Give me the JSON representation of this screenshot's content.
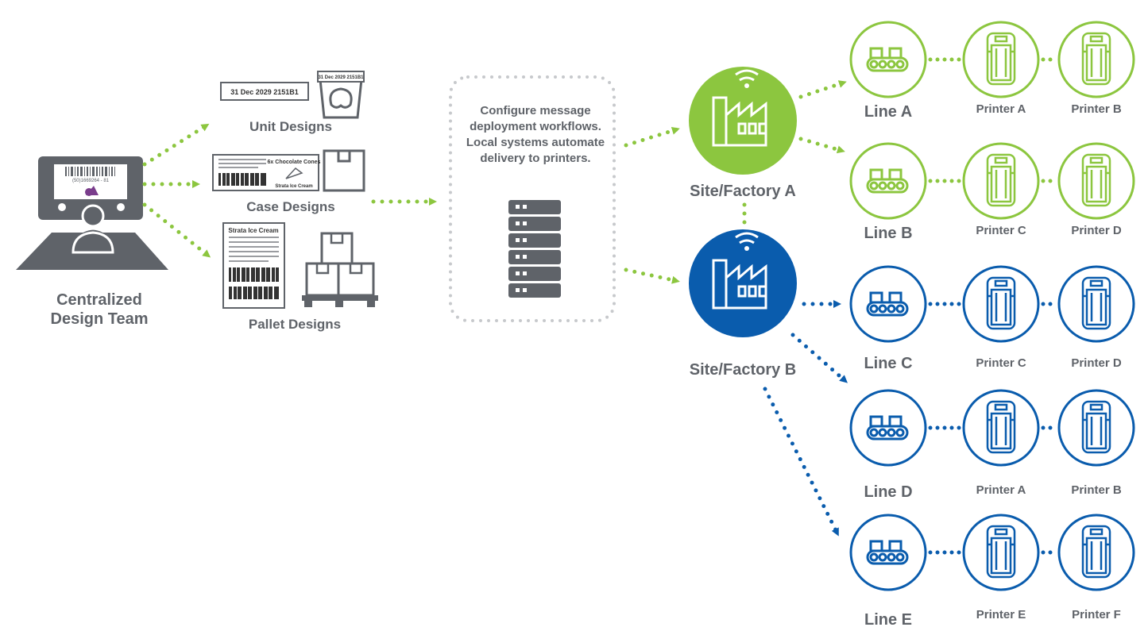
{
  "colors": {
    "green": "#8cc63f",
    "blue": "#0a5cad",
    "gray": "#5f6369",
    "dot_gray": "#c7c9cc"
  },
  "team": {
    "line1": "Centralized",
    "line2": "Design Team",
    "barcode_text": "(50)1669264 - 81"
  },
  "designs": {
    "unit": {
      "label": "Unit Designs",
      "tag_text": "31 Dec 2029 2151B1",
      "tub_text": "31 Dec 2029 2151B1"
    },
    "case": {
      "label": "Case Designs",
      "product": "6x Chocolate Cones",
      "brand": "Strata Ice Cream"
    },
    "pallet": {
      "label": "Pallet Designs",
      "brand": "Strata Ice Cream"
    }
  },
  "configure_text": "Configure message deployment workflows. Local systems automate delivery to printers.",
  "sites": [
    {
      "id": "A",
      "label": "Site/Factory A",
      "color": "green"
    },
    {
      "id": "B",
      "label": "Site/Factory B",
      "color": "blue"
    }
  ],
  "lines": [
    {
      "label": "Line A",
      "site": "A",
      "printers": [
        "Printer A",
        "Printer B"
      ]
    },
    {
      "label": "Line B",
      "site": "A",
      "printers": [
        "Printer C",
        "Printer D"
      ]
    },
    {
      "label": "Line C",
      "site": "B",
      "printers": [
        "Printer C",
        "Printer D"
      ]
    },
    {
      "label": "Line D",
      "site": "B",
      "printers": [
        "Printer A",
        "Printer B"
      ]
    },
    {
      "label": "Line E",
      "site": "B",
      "printers": [
        "Printer E",
        "Printer F"
      ]
    }
  ]
}
